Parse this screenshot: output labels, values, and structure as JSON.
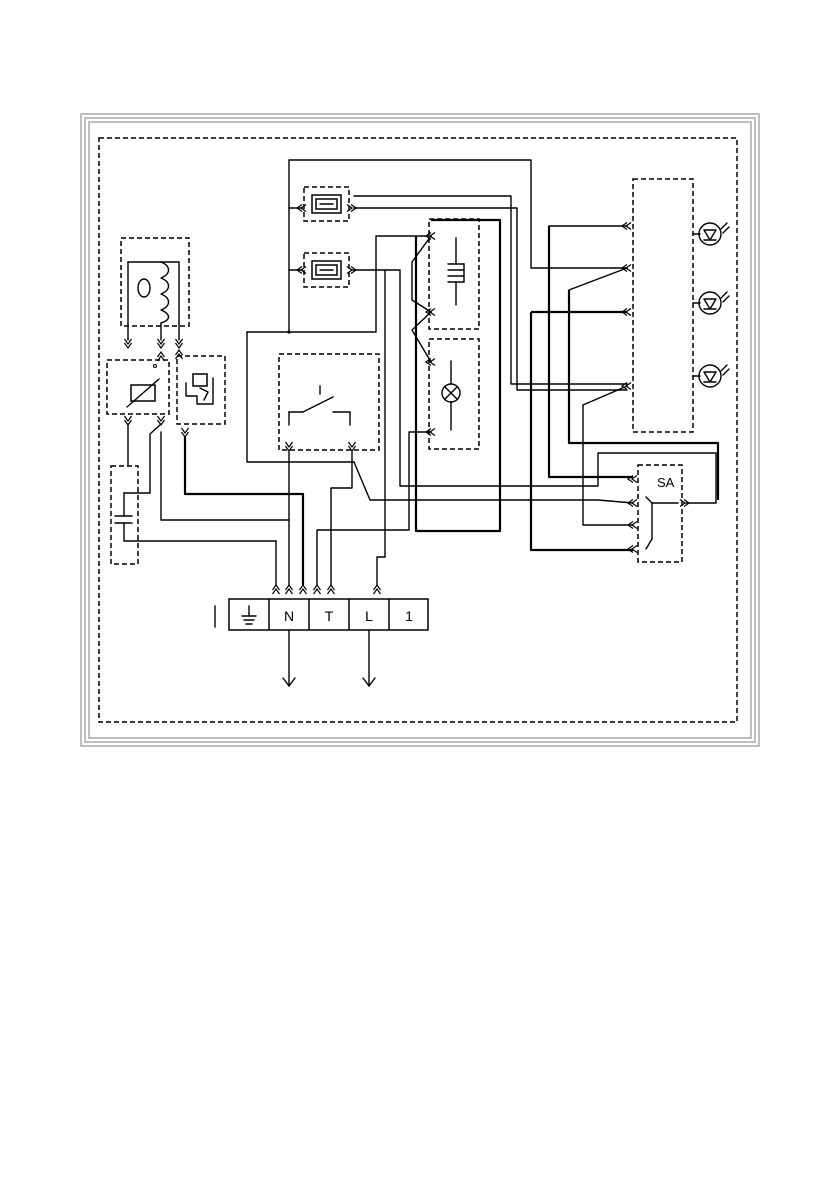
{
  "terminal_block": {
    "labels": [
      "N",
      "T",
      "L",
      "1"
    ],
    "ground_symbol": "ground-icon"
  },
  "component_labels": {
    "switch_assembly": "SA"
  },
  "icons": [
    "ground-icon",
    "fan-motor-icon",
    "thermostat-icon",
    "thermal-switch-icon",
    "capacitor-icon",
    "door-switch-icon",
    "heater-fuse-icon",
    "lamp-icon",
    "push-switch-icon",
    "led-indicator-icon",
    "selector-switch-icon",
    "output-arrow-icon"
  ],
  "colors": {
    "line": "#000000",
    "frame": "#bfbfbf",
    "background": "#ffffff"
  }
}
